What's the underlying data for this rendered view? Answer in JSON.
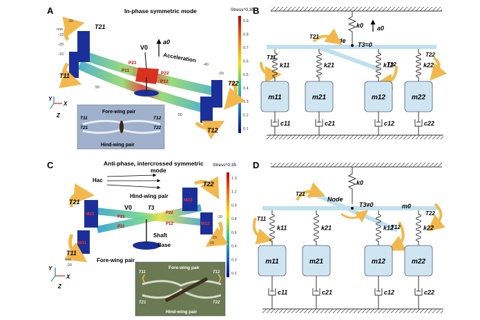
{
  "panels": {
    "A": {
      "letter": "A",
      "title": "In-phase symmetric mode",
      "stress_label": "Stress^0.35",
      "stress_ticks": [
        "0.9",
        "0.8",
        "0.7",
        "0.6",
        "0.5",
        "0.4",
        "0.3",
        "0.2",
        "0.1"
      ],
      "torques": [
        "T21",
        "T11",
        "T22",
        "T12"
      ],
      "forces": [
        "P21",
        "P11",
        "P22",
        "P12"
      ],
      "v_label": "V0",
      "accel_label": "a0",
      "accel_text": "Acceleration",
      "axis_ticks": [
        "-30",
        "-10",
        "-10",
        "-20",
        "50",
        "-40",
        "-20",
        "50"
      ],
      "axis_unit": "mm",
      "inset": {
        "top": "Fore-wing pair",
        "bottom": "Hind-wing pair",
        "tl": "T11",
        "tr": "T12",
        "bl": "T21",
        "br": "T22"
      }
    },
    "B": {
      "letter": "B",
      "k0": "k0",
      "a0": "a0",
      "node": "Node",
      "t3": "T3=0",
      "torques": [
        "T21",
        "T11",
        "T12",
        "T22"
      ],
      "springs": [
        "k11",
        "k21",
        "k12",
        "k22"
      ],
      "masses": [
        "m11",
        "m21",
        "m12",
        "m22"
      ],
      "dampers": [
        "c11",
        "c21",
        "c12",
        "c22"
      ]
    },
    "C": {
      "letter": "C",
      "title_line1": "Anti-phase, intercrossed symmetric",
      "title_line2": "mode",
      "stress_label": "Stress^0.35",
      "stress_ticks": [
        "1.3",
        "1.2",
        "0.9",
        "0.8",
        "0.6",
        "0.4",
        "0.3",
        "0.2"
      ],
      "hac": "Hac",
      "hind": "Hind-wing pair",
      "fore": "Fore-wing pair",
      "shaft": "Shaft",
      "base": "Base",
      "v_label": "V0",
      "t3": "T3",
      "torques": [
        "T22",
        "T21",
        "T11"
      ],
      "masses": [
        "M21",
        "M11",
        "M22",
        "M12"
      ],
      "forces": [
        "P21",
        "P11",
        "P22",
        "P12"
      ],
      "axis_ticks": [
        "-20",
        "mm",
        "-20",
        "-20",
        "-20"
      ],
      "inset": {
        "top": "Fore-wing pair",
        "bottom": "Hind-wing pair",
        "tl": "T11",
        "tr": "T12",
        "bl": "T21",
        "br": "T22"
      }
    },
    "D": {
      "letter": "D",
      "k0": "k0",
      "node": "Node",
      "t3": "T3≠0",
      "m0": "m0",
      "torques": [
        "T21",
        "T11",
        "T12",
        "T22"
      ],
      "springs": [
        "k11",
        "k21",
        "k12",
        "k22"
      ],
      "masses": [
        "m11",
        "m21",
        "m12",
        "m22"
      ],
      "dampers": [
        "c11",
        "c21",
        "c12",
        "c22"
      ]
    }
  },
  "axes_labels": {
    "y": "Y",
    "x": "X",
    "z": "Z"
  },
  "colors": {
    "mass_fill": "#cfe6f2",
    "bar": "#bfe0ee",
    "arrow": "#f2b84b",
    "wing_blue": "#1a2f9a",
    "stress_top": "#b40000",
    "stress_bottom": "#0a0a8a"
  }
}
